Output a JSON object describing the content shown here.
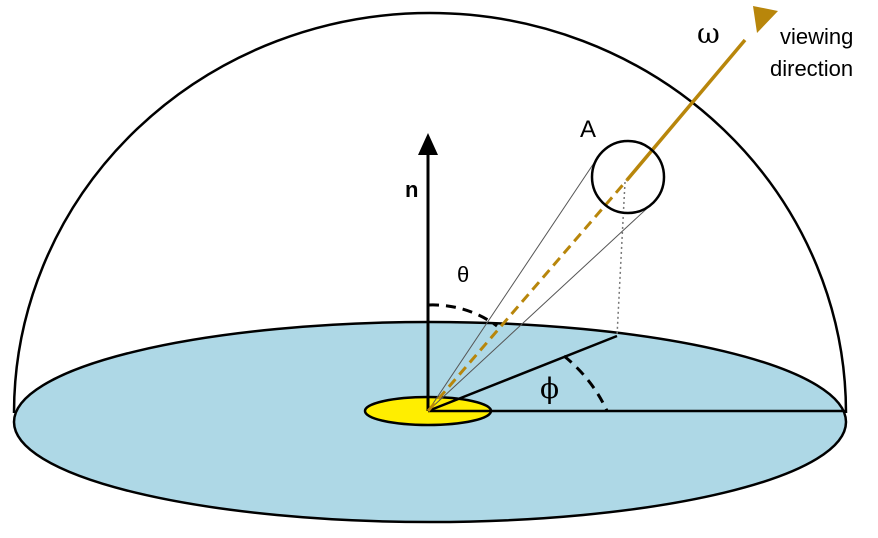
{
  "labels": {
    "normal": "n",
    "theta": "θ",
    "phi": "ϕ",
    "area": "A",
    "omega": "ω",
    "viewing_line1": "viewing",
    "viewing_line2": "direction"
  },
  "colors": {
    "disk_fill": "#aed8e6",
    "patch_fill": "#ffee00",
    "view_arrow": "#b8860b",
    "stroke": "#000000",
    "cone_line": "#555555",
    "projection": "#777777"
  }
}
